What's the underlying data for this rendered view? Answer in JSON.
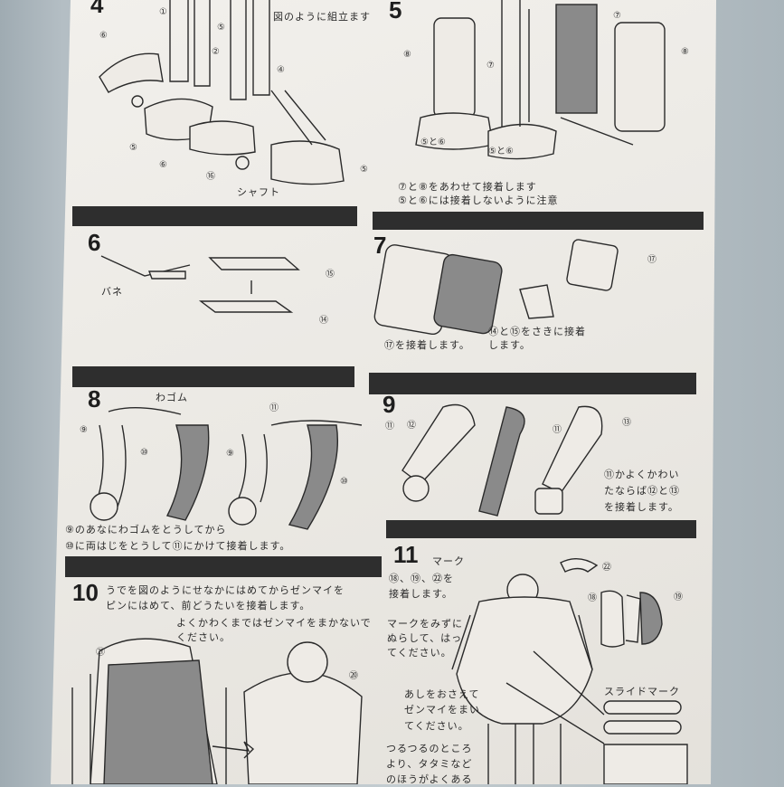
{
  "steps": {
    "s4": {
      "number": "4",
      "caption": "図のように組立ます",
      "shaft_label": "シャフト",
      "parts": [
        "①",
        "⑤",
        "⑥",
        "②",
        "④",
        "⑤",
        "⑥",
        "⑯",
        "⑤"
      ]
    },
    "s5": {
      "number": "5",
      "line1": "⑦と⑧をあわせて接着します",
      "line2": "⑤と⑥には接着しないように注意",
      "parts": [
        "⑦",
        "⑧",
        "⑦",
        "⑧",
        "⑤と⑥",
        "⑤と⑥"
      ]
    },
    "s6": {
      "number": "6",
      "spring_label": "バネ",
      "parts": [
        "⑮",
        "⑭"
      ]
    },
    "s7": {
      "number": "7",
      "left_text": "⑰を接着します。",
      "right_line1": "⑭と⑮をさきに接着",
      "right_line2": "します。",
      "parts": [
        "⑰"
      ]
    },
    "s8": {
      "number": "8",
      "rubber_label": "わゴム",
      "line1": "⑨のあなにわゴムをとうしてから",
      "line2": "⑩に両はじをとうして⑪にかけて接着します。",
      "parts": [
        "⑪",
        "⑨",
        "⑩",
        "⑨",
        "⑪",
        "⑩"
      ]
    },
    "s9": {
      "number": "9",
      "line1": "⑪かよくかわい",
      "line2": "たならば⑫と⑬",
      "line3": "を接着します。",
      "parts": [
        "⑫",
        "⑪",
        "⑬"
      ]
    },
    "s10": {
      "number": "10",
      "line1": "うでを図のようにせなかにはめてからゼンマイを",
      "line2": "ピンにはめて、前どうたいを接着します。",
      "line3": "よくかわくまではゼンマイをまかないで",
      "line4": "ください。",
      "parts": [
        "㉑",
        "⑳"
      ]
    },
    "s11": {
      "number": "11",
      "mark_label": "マーク",
      "parts_line": "⑱、⑲、㉒を",
      "glue_line": "接着します。",
      "decal_text": [
        "マークをみずに",
        "ぬらして、はっ",
        "てください。"
      ],
      "wind_text": [
        "あしをおさえて",
        "ゼンマイをまい",
        "てください。"
      ],
      "surface_text": [
        "つるつるのところ",
        "より、タタミなど",
        "のほうがよくある"
      ],
      "slide_mark_label": "スライドマーク",
      "parts": [
        "㉒",
        "⑱",
        "⑲"
      ]
    }
  }
}
